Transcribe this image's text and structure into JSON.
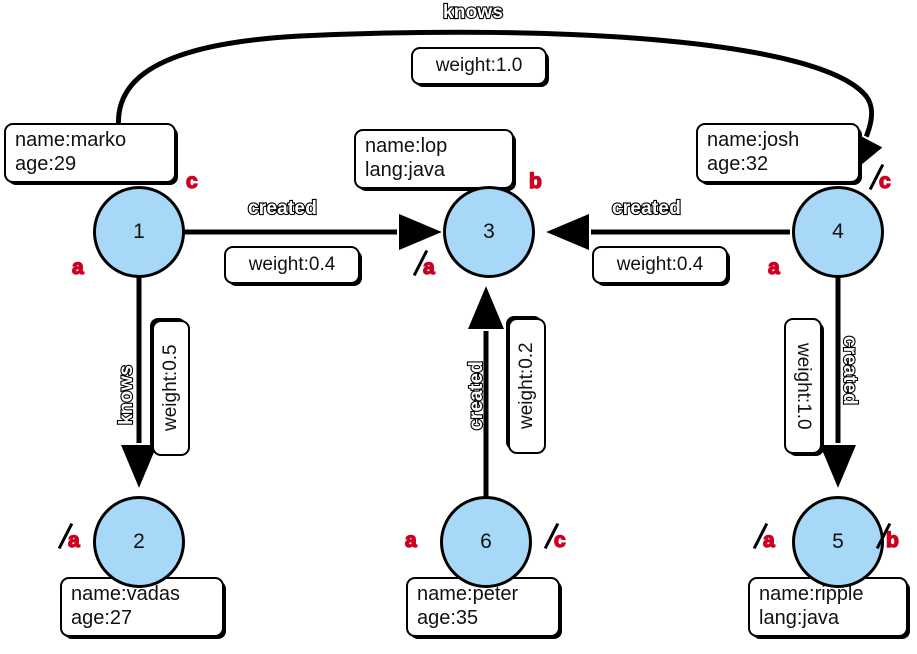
{
  "diagram": {
    "title": "tinkerpop-modern-graph",
    "node_fill": "#a8d8f8",
    "node_stroke": "#000000",
    "annotation_color": "#cc0022"
  },
  "nodes": [
    {
      "id": "1",
      "label": "1",
      "props": [
        "name:marko",
        "age:29"
      ]
    },
    {
      "id": "2",
      "label": "2",
      "props": [
        "name:vadas",
        "age:27"
      ]
    },
    {
      "id": "3",
      "label": "3",
      "props": [
        "name:lop",
        "lang:java"
      ]
    },
    {
      "id": "4",
      "label": "4",
      "props": [
        "name:josh",
        "age:32"
      ]
    },
    {
      "id": "5",
      "label": "5",
      "props": [
        "name:ripple",
        "lang:java"
      ]
    },
    {
      "id": "6",
      "label": "6",
      "props": [
        "name:peter",
        "age:35"
      ]
    }
  ],
  "edges": [
    {
      "from": "1",
      "to": "4",
      "label": "knows",
      "weight": "weight:1.0"
    },
    {
      "from": "1",
      "to": "3",
      "label": "created",
      "weight": "weight:0.4"
    },
    {
      "from": "1",
      "to": "2",
      "label": "knows",
      "weight": "weight:0.5"
    },
    {
      "from": "4",
      "to": "3",
      "label": "created",
      "weight": "weight:0.4"
    },
    {
      "from": "6",
      "to": "3",
      "label": "created",
      "weight": "weight:0.2"
    },
    {
      "from": "4",
      "to": "5",
      "label": "created",
      "weight": "weight:1.0"
    }
  ],
  "annotations": [
    {
      "node": "1",
      "text": "c",
      "struck": false
    },
    {
      "node": "1",
      "text": "a",
      "struck": false
    },
    {
      "node": "3",
      "text": "b",
      "struck": false
    },
    {
      "node": "3",
      "text": "a",
      "struck": true
    },
    {
      "node": "4",
      "text": "c",
      "struck": true
    },
    {
      "node": "4",
      "text": "a",
      "struck": false
    },
    {
      "node": "2",
      "text": "a",
      "struck": true
    },
    {
      "node": "6",
      "text": "a",
      "struck": false
    },
    {
      "node": "6",
      "text": "c",
      "struck": true
    },
    {
      "node": "5",
      "text": "a",
      "struck": true
    },
    {
      "node": "5",
      "text": "b",
      "struck": true
    }
  ]
}
